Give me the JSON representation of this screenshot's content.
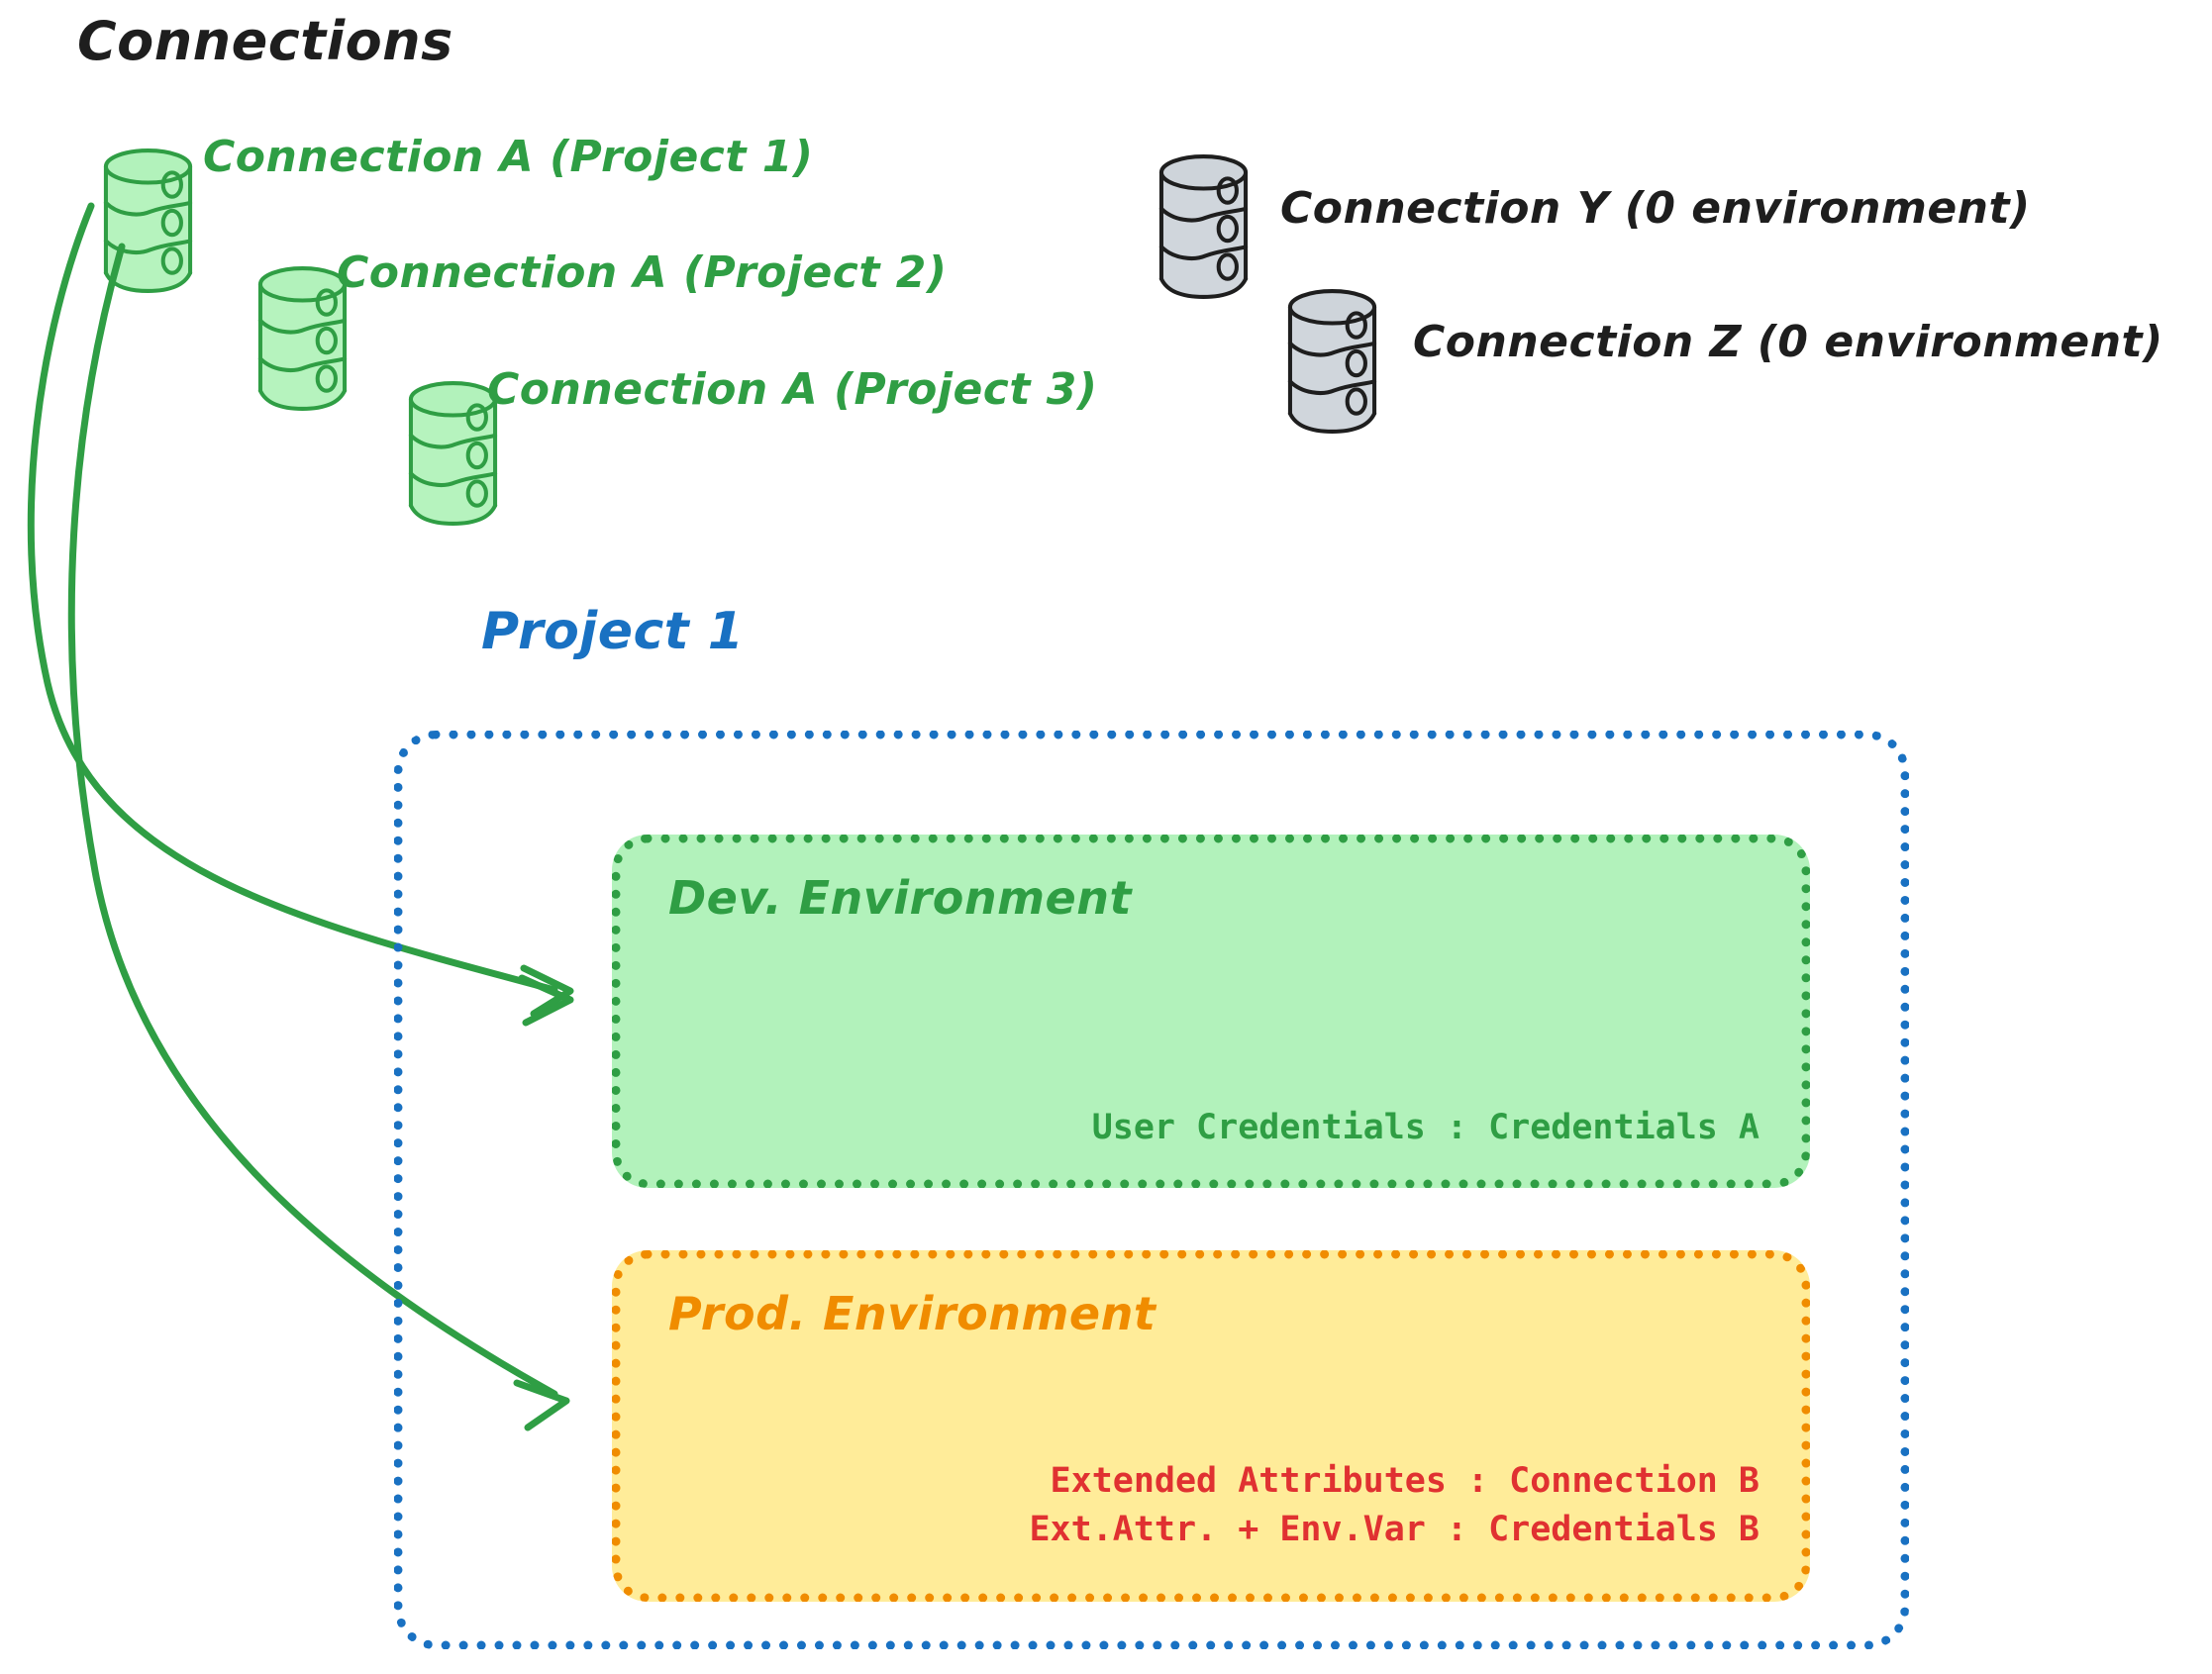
{
  "title": "Connections",
  "connections": {
    "green": [
      {
        "label": "Connection A (Project 1)",
        "color": "#2f9e44"
      },
      {
        "label": "Connection A (Project 2)",
        "color": "#2f9e44"
      },
      {
        "label": "Connection A (Project 3)",
        "color": "#2f9e44"
      }
    ],
    "grey": [
      {
        "label": "Connection Y (0 environment)",
        "color": "#1e1e1e"
      },
      {
        "label": "Connection Z (0 environment)",
        "color": "#1e1e1e"
      }
    ]
  },
  "project": {
    "title": "Project 1",
    "color": "#1971c2",
    "environments": [
      {
        "name": "Dev. Environment",
        "color": "#2f9e44",
        "fill": "#b2f2bb",
        "text_color": "#2f9e44",
        "lines": [
          "User Credentials : Credentials A"
        ]
      },
      {
        "name": "Prod. Environment",
        "color": "#f08c00",
        "fill": "#ffec99",
        "text_color": "#e03131",
        "lines": [
          "Extended Attributes : Connection B",
          "Ext.Attr. + Env.Var : Credentials B"
        ]
      }
    ]
  },
  "arrows": {
    "color": "#2f9e44",
    "count": 2,
    "from": "Connection A (Project 1)",
    "to": [
      "Dev. Environment",
      "Prod. Environment"
    ]
  },
  "palette": {
    "green_stroke": "#2f9e44",
    "green_fill": "#b2f2bb",
    "grey_stroke": "#1e1e1e",
    "grey_fill": "#ced4da",
    "orange_stroke": "#f08c00",
    "orange_fill": "#ffec99",
    "blue_stroke": "#1971c2",
    "red_text": "#e03131",
    "background": "#ffffff"
  }
}
